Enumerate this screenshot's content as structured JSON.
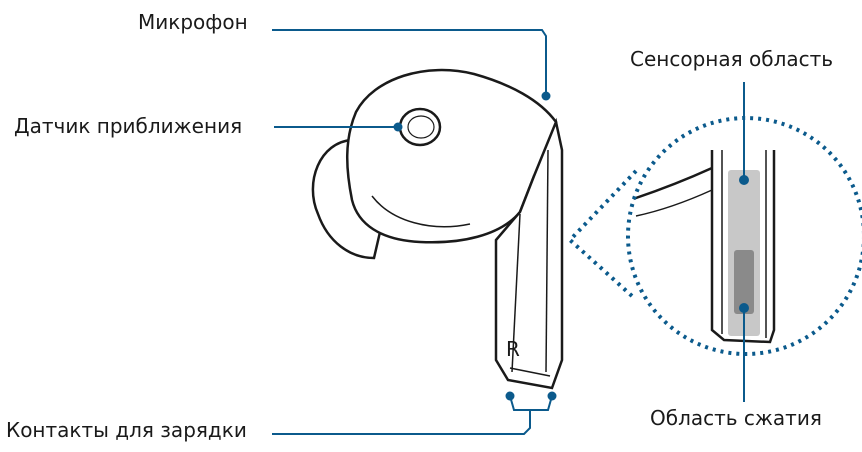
{
  "labels": {
    "microphone": "Микрофон",
    "proximity_sensor": "Датчик приближения",
    "charging_contacts": "Контакты для зарядки",
    "touch_area": "Сенсорная область",
    "squeeze_area": "Область сжатия"
  },
  "earbud": {
    "side_mark": "R"
  },
  "colors": {
    "outline": "#1a1a1a",
    "callout": "#0b5a8c",
    "touch_fill": "#c8c8c8",
    "squeeze_fill": "#8a8a8a"
  }
}
